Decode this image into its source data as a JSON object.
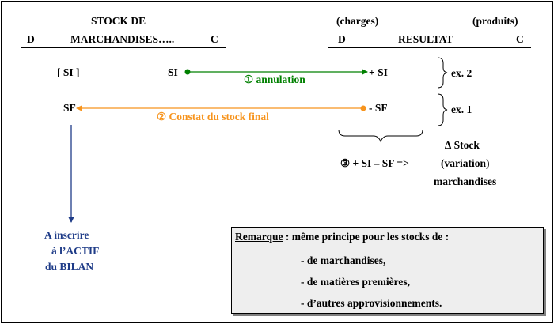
{
  "left_account": {
    "title_line1": "STOCK DE",
    "title_line2": "MARCHANDISES…..",
    "debit": "D",
    "credit": "C",
    "si_bracket": "[ SI ]",
    "si": "SI",
    "sf": "SF"
  },
  "right_account": {
    "charges": "(charges)",
    "produits": "(produits)",
    "title": "RESULTAT",
    "debit": "D",
    "credit": "C",
    "plus_si": "+ SI",
    "minus_sf": "- SF"
  },
  "arrows": {
    "annulation": "① annulation",
    "constat": "② Constat du stock final"
  },
  "years": {
    "ex2": "ex. 2",
    "ex1": "ex. 1"
  },
  "variation": {
    "formula": "③  + SI – SF  =>",
    "line1": "∆ Stock",
    "line2": "(variation)",
    "line3": "marchandises"
  },
  "actif": {
    "line1": "A inscrire",
    "line2": "à l’ACTIF",
    "line3": "du BILAN"
  },
  "remarque": {
    "label": "Remarque",
    "text": " : même principe pour les stocks de :",
    "items": [
      "- de marchandises,",
      "- de matières premières,",
      "- d’autres approvisionnements."
    ]
  },
  "colors": {
    "annulation": "#008000",
    "constat": "#F7941D",
    "actif": "#1F3C88"
  }
}
